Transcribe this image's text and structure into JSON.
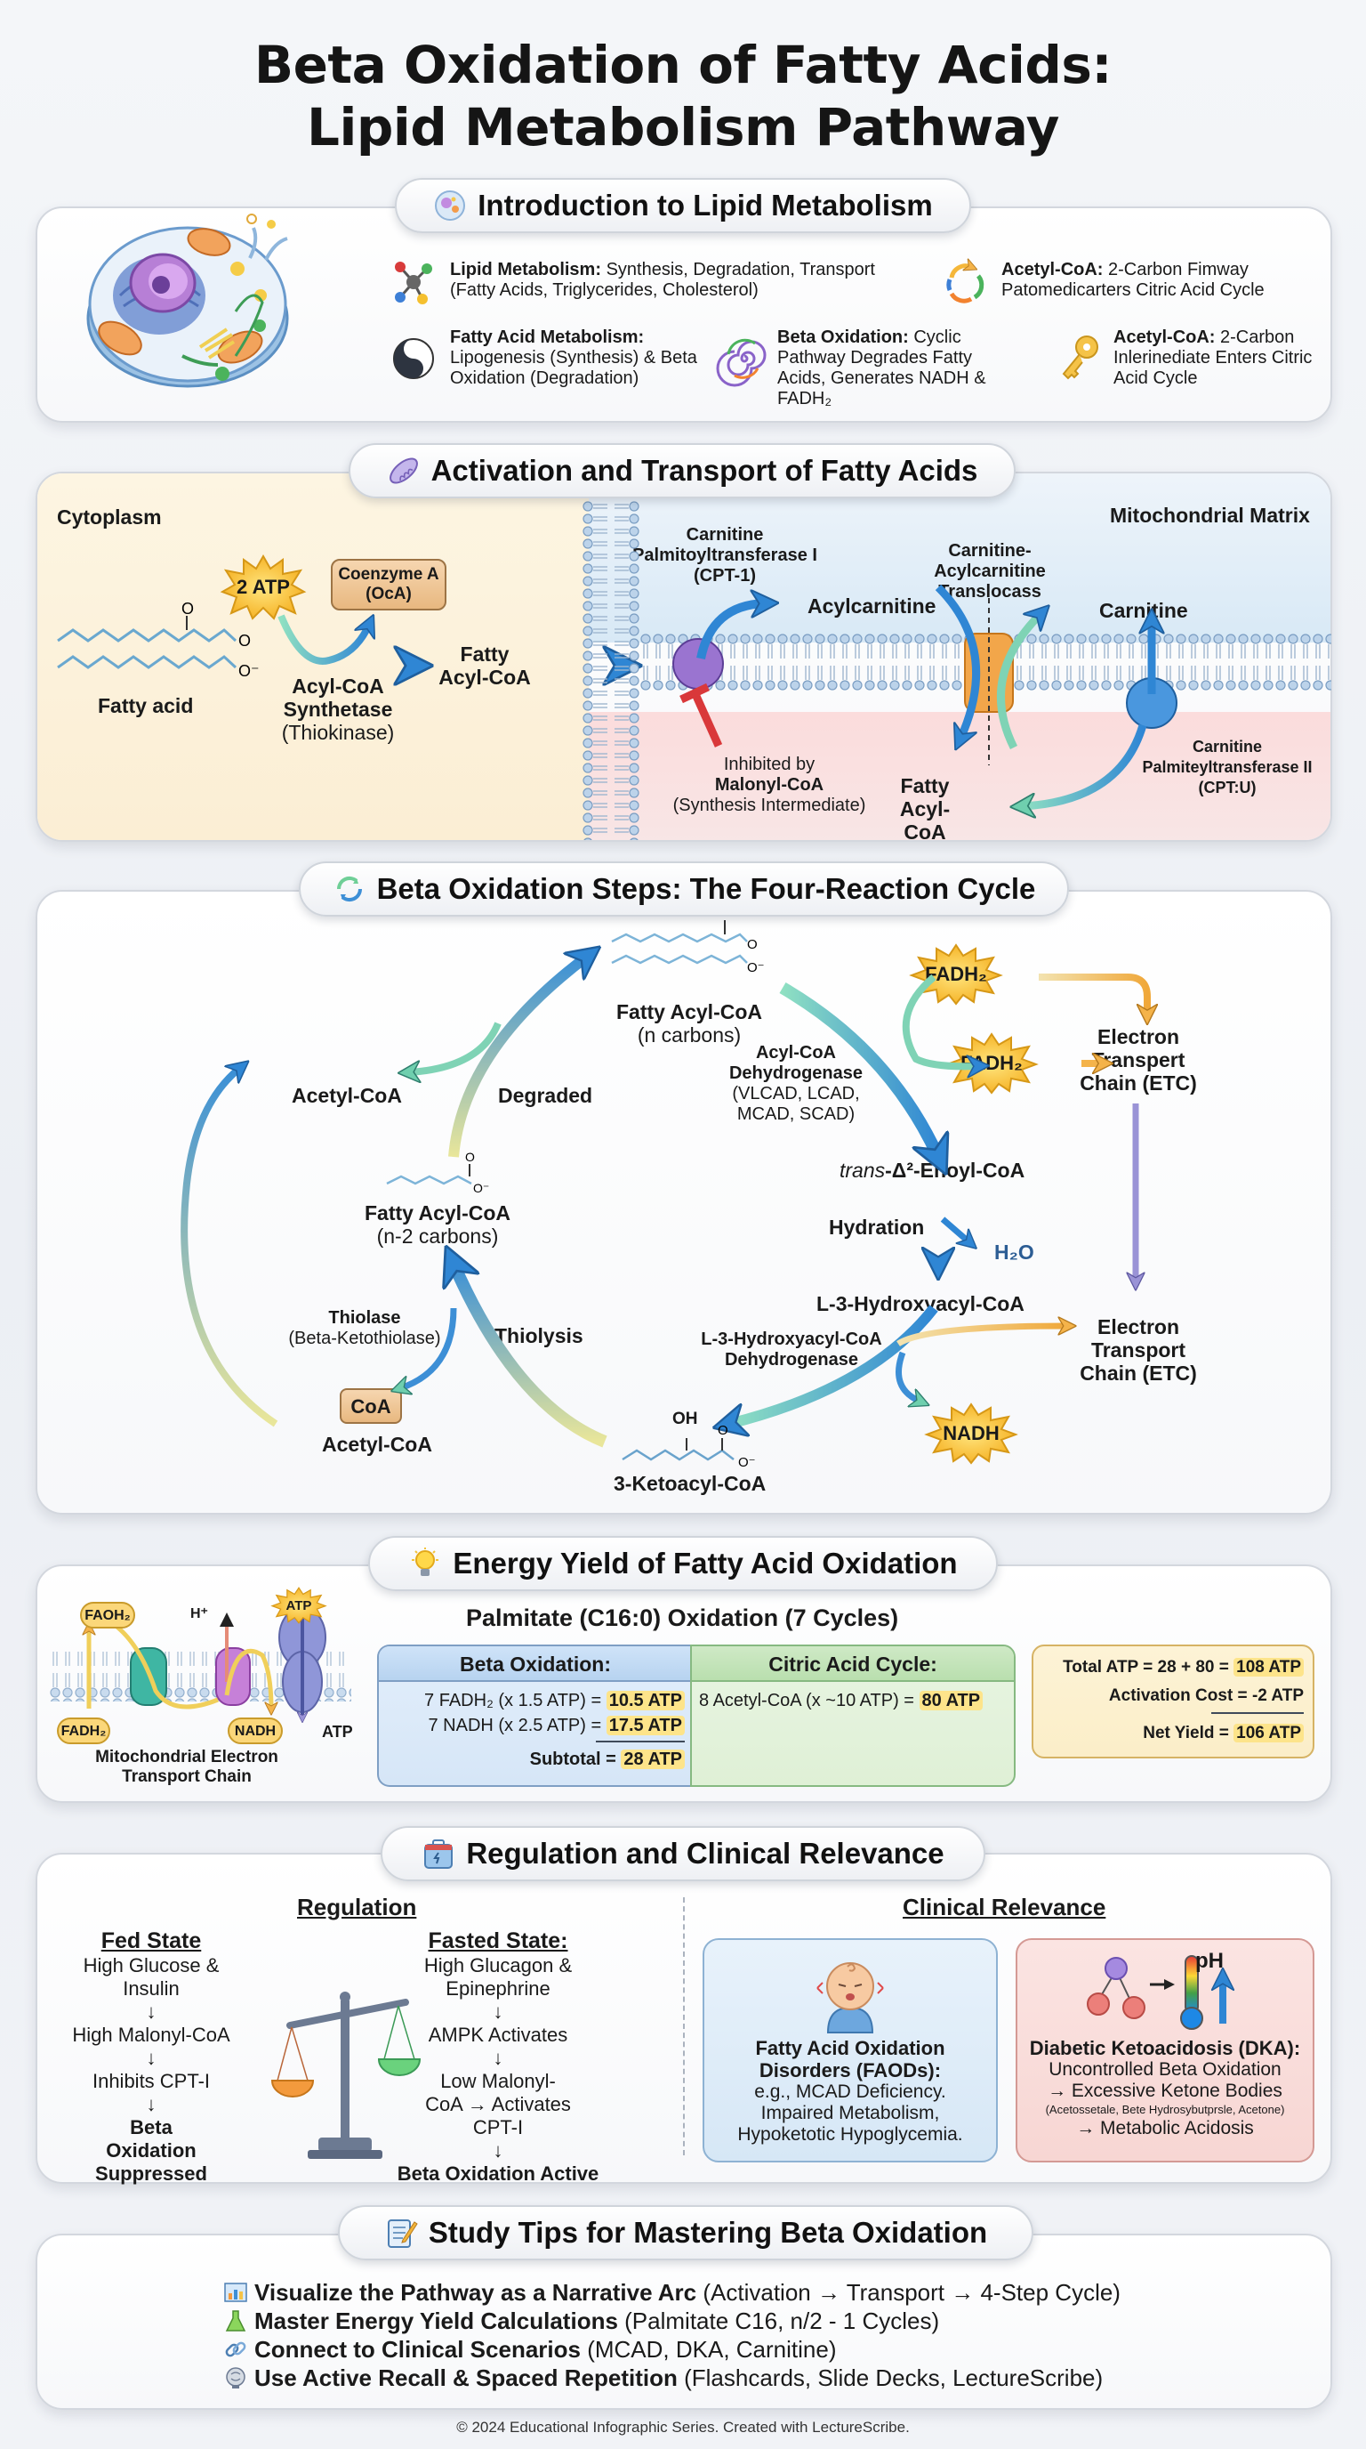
{
  "title": {
    "line1": "Beta Oxidation of Fatty Acids:",
    "line2": "Lipid Metabolism Pathway"
  },
  "intro": {
    "heading": "Introduction to Lipid Metabolism",
    "heading_icon": "cell-icon",
    "image": "animal-cell-illustration",
    "items": [
      {
        "icon": "molecule-icon",
        "term": "Lipid Metabolism:",
        "text": "Synthesis, Degradation, Transport (Fatty Acids, Triglycerides, Cholesterol)"
      },
      {
        "icon": "cycle-arrows-icon",
        "term": "Acetyl-CoA:",
        "text": "2-Carbon Fimway Patomedicarters Citric Acid Cycle"
      },
      {
        "icon": "yin-yang-icon",
        "term": "Fatty Acid Metabolism:",
        "text": "Lipogenesis (Synthesis) & Beta Oxidation (Degradation)"
      },
      {
        "icon": "spiral-icon",
        "term": "Beta Oxidation:",
        "text": "Cyclic Pathway Degrades Fatty Acids, Generates NADH & FADH₂"
      },
      {
        "icon": "key-icon",
        "term": "Acetyl-CoA:",
        "text": "2-Carbon Inlerinediate Enters Citric Acid Cycle"
      }
    ]
  },
  "activation": {
    "heading": "Activation and Transport of Fatty Acids",
    "heading_icon": "mitochondrion-icon",
    "cytoplasm_label": "Cytoplasm",
    "matrix_label": "Mitochondrial Matrix",
    "fatty_acid": "Fatty acid",
    "atp": "2 ATP",
    "coa_box": {
      "line1": "Coenzyme A",
      "line2": "(OcA)"
    },
    "enzyme": {
      "line1": "Acyl-CoA",
      "line2": "Synthetase",
      "line3": "(Thiokinase)"
    },
    "product": {
      "line1": "Fatty",
      "line2": "Acyl-CoA"
    },
    "cpt1": {
      "line1": "Carnitine",
      "line2": "Palmitoyltransferase I",
      "line3": "(CPT-1)"
    },
    "acylcarnitine": "Acylcarnitine",
    "translocase": {
      "line1": "Carnitine-",
      "line2": "Acylcarnitine",
      "line3": "Translocass"
    },
    "carnitine": "Carnitine",
    "inhibited": {
      "line1": "Inhibited by",
      "line2": "Malonyl-CoA",
      "line3": "(Synthesis Intermediate)"
    },
    "matrix_product": {
      "line1": "Fatty",
      "line2": "Acyl-CoA"
    },
    "cpt2": {
      "line1": "Carnitine",
      "line2": "Palmiteyltransferase II",
      "line3": "(CPT:U)"
    }
  },
  "cycle": {
    "heading": "Beta Oxidation Steps: The Four-Reaction Cycle",
    "heading_icon": "cycle-icon",
    "top": {
      "name": "Fatty Acyl-CoA",
      "sub": "(n carbons)"
    },
    "dehydrogenase": {
      "line1": "Acyl-CoA",
      "line2": "Dehydrogenase",
      "line3": "(VLCAD, LCAD,",
      "line4": "MCAD, SCAD)"
    },
    "fadh2_a": "FADH₂",
    "fadh2_b": "FADH₂",
    "etc_1": {
      "line1": "Electron",
      "line2": "Transpert",
      "line3": "Chain (ETC)"
    },
    "etc_2": {
      "line1": "Electron",
      "line2": "Transport",
      "line3": "Chain (ETC)"
    },
    "enoyl": {
      "prefix": "trans",
      "rest": "-Δ²-Enoyl-CoA"
    },
    "hydration": "Hydration",
    "water": "H₂O",
    "hydroxyacyl": "L-3-Hydroxyacyl-CoA",
    "hydroxy_dehydrogenase": {
      "line1": "L-3-Hydroxyacyl-CoA",
      "line2": "Dehydrogenase"
    },
    "nadh": "NADH",
    "ketoacyl": "3-Ketoacyl-CoA",
    "ketoacyl_oh": "OH",
    "thiolysis": "Thiolysis",
    "thiolase": {
      "line1": "Thiolase",
      "line2": "(Beta-Ketothiolase)"
    },
    "coa": "CoA",
    "acetyl_bottom": "Acetyl-CoA",
    "shortened": {
      "name": "Fatty Acyl-CoA",
      "sub": "(n-2 carbons)"
    },
    "degraded": "Degraded",
    "acetyl_top": "Acetyl-CoA"
  },
  "energy": {
    "heading": "Energy Yield of Fatty Acid Oxidation",
    "heading_icon": "lightbulb-icon",
    "etc_diagram": {
      "fadh_top": "FAOH₂",
      "fadh_bottom": "FADH₂",
      "h_plus": "H⁺",
      "atp_star": "ATP",
      "nadh": "NADH",
      "atp": "ATP",
      "caption_line1": "Mitochondrial Electron",
      "caption_line2": "Transport Chain"
    },
    "subtitle": "Palmitate (C16:0) Oxidation (7 Cycles)",
    "beta_table": {
      "header": "Beta Oxidation:",
      "rows": [
        {
          "label": "7 FADH₂ (x 1.5 ATP) =",
          "value": "10.5 ATP"
        },
        {
          "label": "7 NADH (x 2.5 ATP) =",
          "value": "17.5 ATP"
        }
      ],
      "subtotal_label": "Subtotal =",
      "subtotal_value": "28 ATP"
    },
    "citric_table": {
      "header": "Citric Acid Cycle:",
      "rows": [
        {
          "label": "8 Acetyl-CoA (x ~10 ATP) =",
          "value": "80 ATP"
        }
      ]
    },
    "summary": {
      "total_label": "Total ATP = 28 + 80 =",
      "total_value": "108 ATP",
      "cost_label": "Activation Cost =",
      "cost_value": "-2 ATP",
      "net_label": "Net Yield =",
      "net_value": "106 ATP"
    }
  },
  "regulation": {
    "heading": "Regulation and Clinical Relevance",
    "heading_icon": "medical-kit-icon",
    "regulation_title": "Regulation",
    "fed": {
      "title": "Fed State",
      "steps": [
        "High Glucose & Insulin",
        "High Malonyl-CoA",
        "Inhibits CPT-I"
      ],
      "result": "Beta Oxidation Suppressed"
    },
    "fasted": {
      "title": "Fasted State:",
      "steps": [
        "High Glucagon & Epinephrine",
        "AMPK Activates",
        "Low Malonyl-CoA → Activates CPT-I"
      ],
      "result": "Beta Oxidation Active"
    },
    "clinical_title": "Clinical Relevance",
    "faod": {
      "icon": "crying-baby-icon",
      "title_line1": "Fatty Acid Oxidation",
      "title_line2": "Disorders (FAODs):",
      "lines": [
        "e.g., MCAD Deficiency.",
        "Impaired Metabolism,",
        "Hypoketotic Hypoglycemia."
      ]
    },
    "dka": {
      "icon": "ketone-thermometer-icon",
      "ph_label": "pH",
      "title": "Diabetic Ketoacidosis (DKA):",
      "line1": "Uncontrolled Beta Oxidation",
      "line2": "→ Excessive Ketone Bodies",
      "line3": "(Acetossetale, Bete Hydrosybutprsle, Acetone)",
      "line4": "→ Metabolic Acidosis"
    }
  },
  "tips": {
    "heading": "Study Tips for Mastering Beta Oxidation",
    "heading_icon": "notepad-icon",
    "items": [
      {
        "icon": "chart-icon",
        "bold": "Visualize the Pathway as a Narrative Arc",
        "rest": " (Activation → Transport → 4-Step Cycle)"
      },
      {
        "icon": "flask-icon",
        "bold": "Master Energy Yield Calculations",
        "rest": " (Palmitate C16, n/2 - 1 Cycles)"
      },
      {
        "icon": "link-icon",
        "bold": "Connect to Clinical Scenarios",
        "rest": " (MCAD, DKA, Carnitine)"
      },
      {
        "icon": "brain-icon",
        "bold": "Use Active Recall & Spaced Repetition",
        "rest": " (Flashcards, Slide Decks, LectureScribe)"
      }
    ]
  },
  "footer": "© 2024 Educational Infographic Series. Created with LectureScribe.",
  "colors": {
    "arrow_blue": "#3d8fd6",
    "arrow_teal": "#7fd3b5",
    "energy_gold": "#f7c53c",
    "inhibit_red": "#d9383a",
    "etc_purple": "#8b84c9"
  }
}
